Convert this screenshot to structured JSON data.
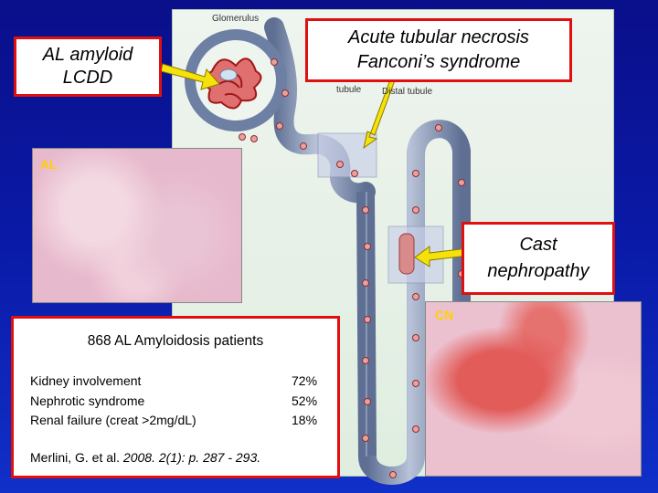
{
  "diagram": {
    "labels": {
      "glomerulus": "Glomerulus",
      "proximal_tubule": "tubule",
      "distal_tubule": "Distal tubule"
    }
  },
  "callouts": {
    "al_amyloid_lines": [
      "AL amyloid",
      "LCDD"
    ],
    "atn_lines": [
      "Acute tubular necrosis",
      "Fanconi’s syndrome"
    ],
    "cast_lines": [
      "Cast",
      "nephropathy"
    ]
  },
  "micrographs": {
    "al_tag": "AL",
    "cn_tag": "CN"
  },
  "infobox": {
    "title": "868 AL Amyloidosis patients",
    "rows": [
      {
        "label": "Kidney involvement",
        "value": "72%"
      },
      {
        "label": "Nephrotic syndrome",
        "value": "52%"
      },
      {
        "label": "Renal failure (creat >2mg/dL)",
        "value": "18%"
      }
    ],
    "citation_authors": "Merlini, G. et al.",
    "citation_ref": "2008. 2(1): p. 287 - 293."
  },
  "colors": {
    "background": "#0a1aa8",
    "callout_border": "#e01010",
    "arrow": "#f5e20a",
    "tag": "#ffd000",
    "tubule": "#7d8fb0",
    "cell": "#e8a0a0"
  }
}
